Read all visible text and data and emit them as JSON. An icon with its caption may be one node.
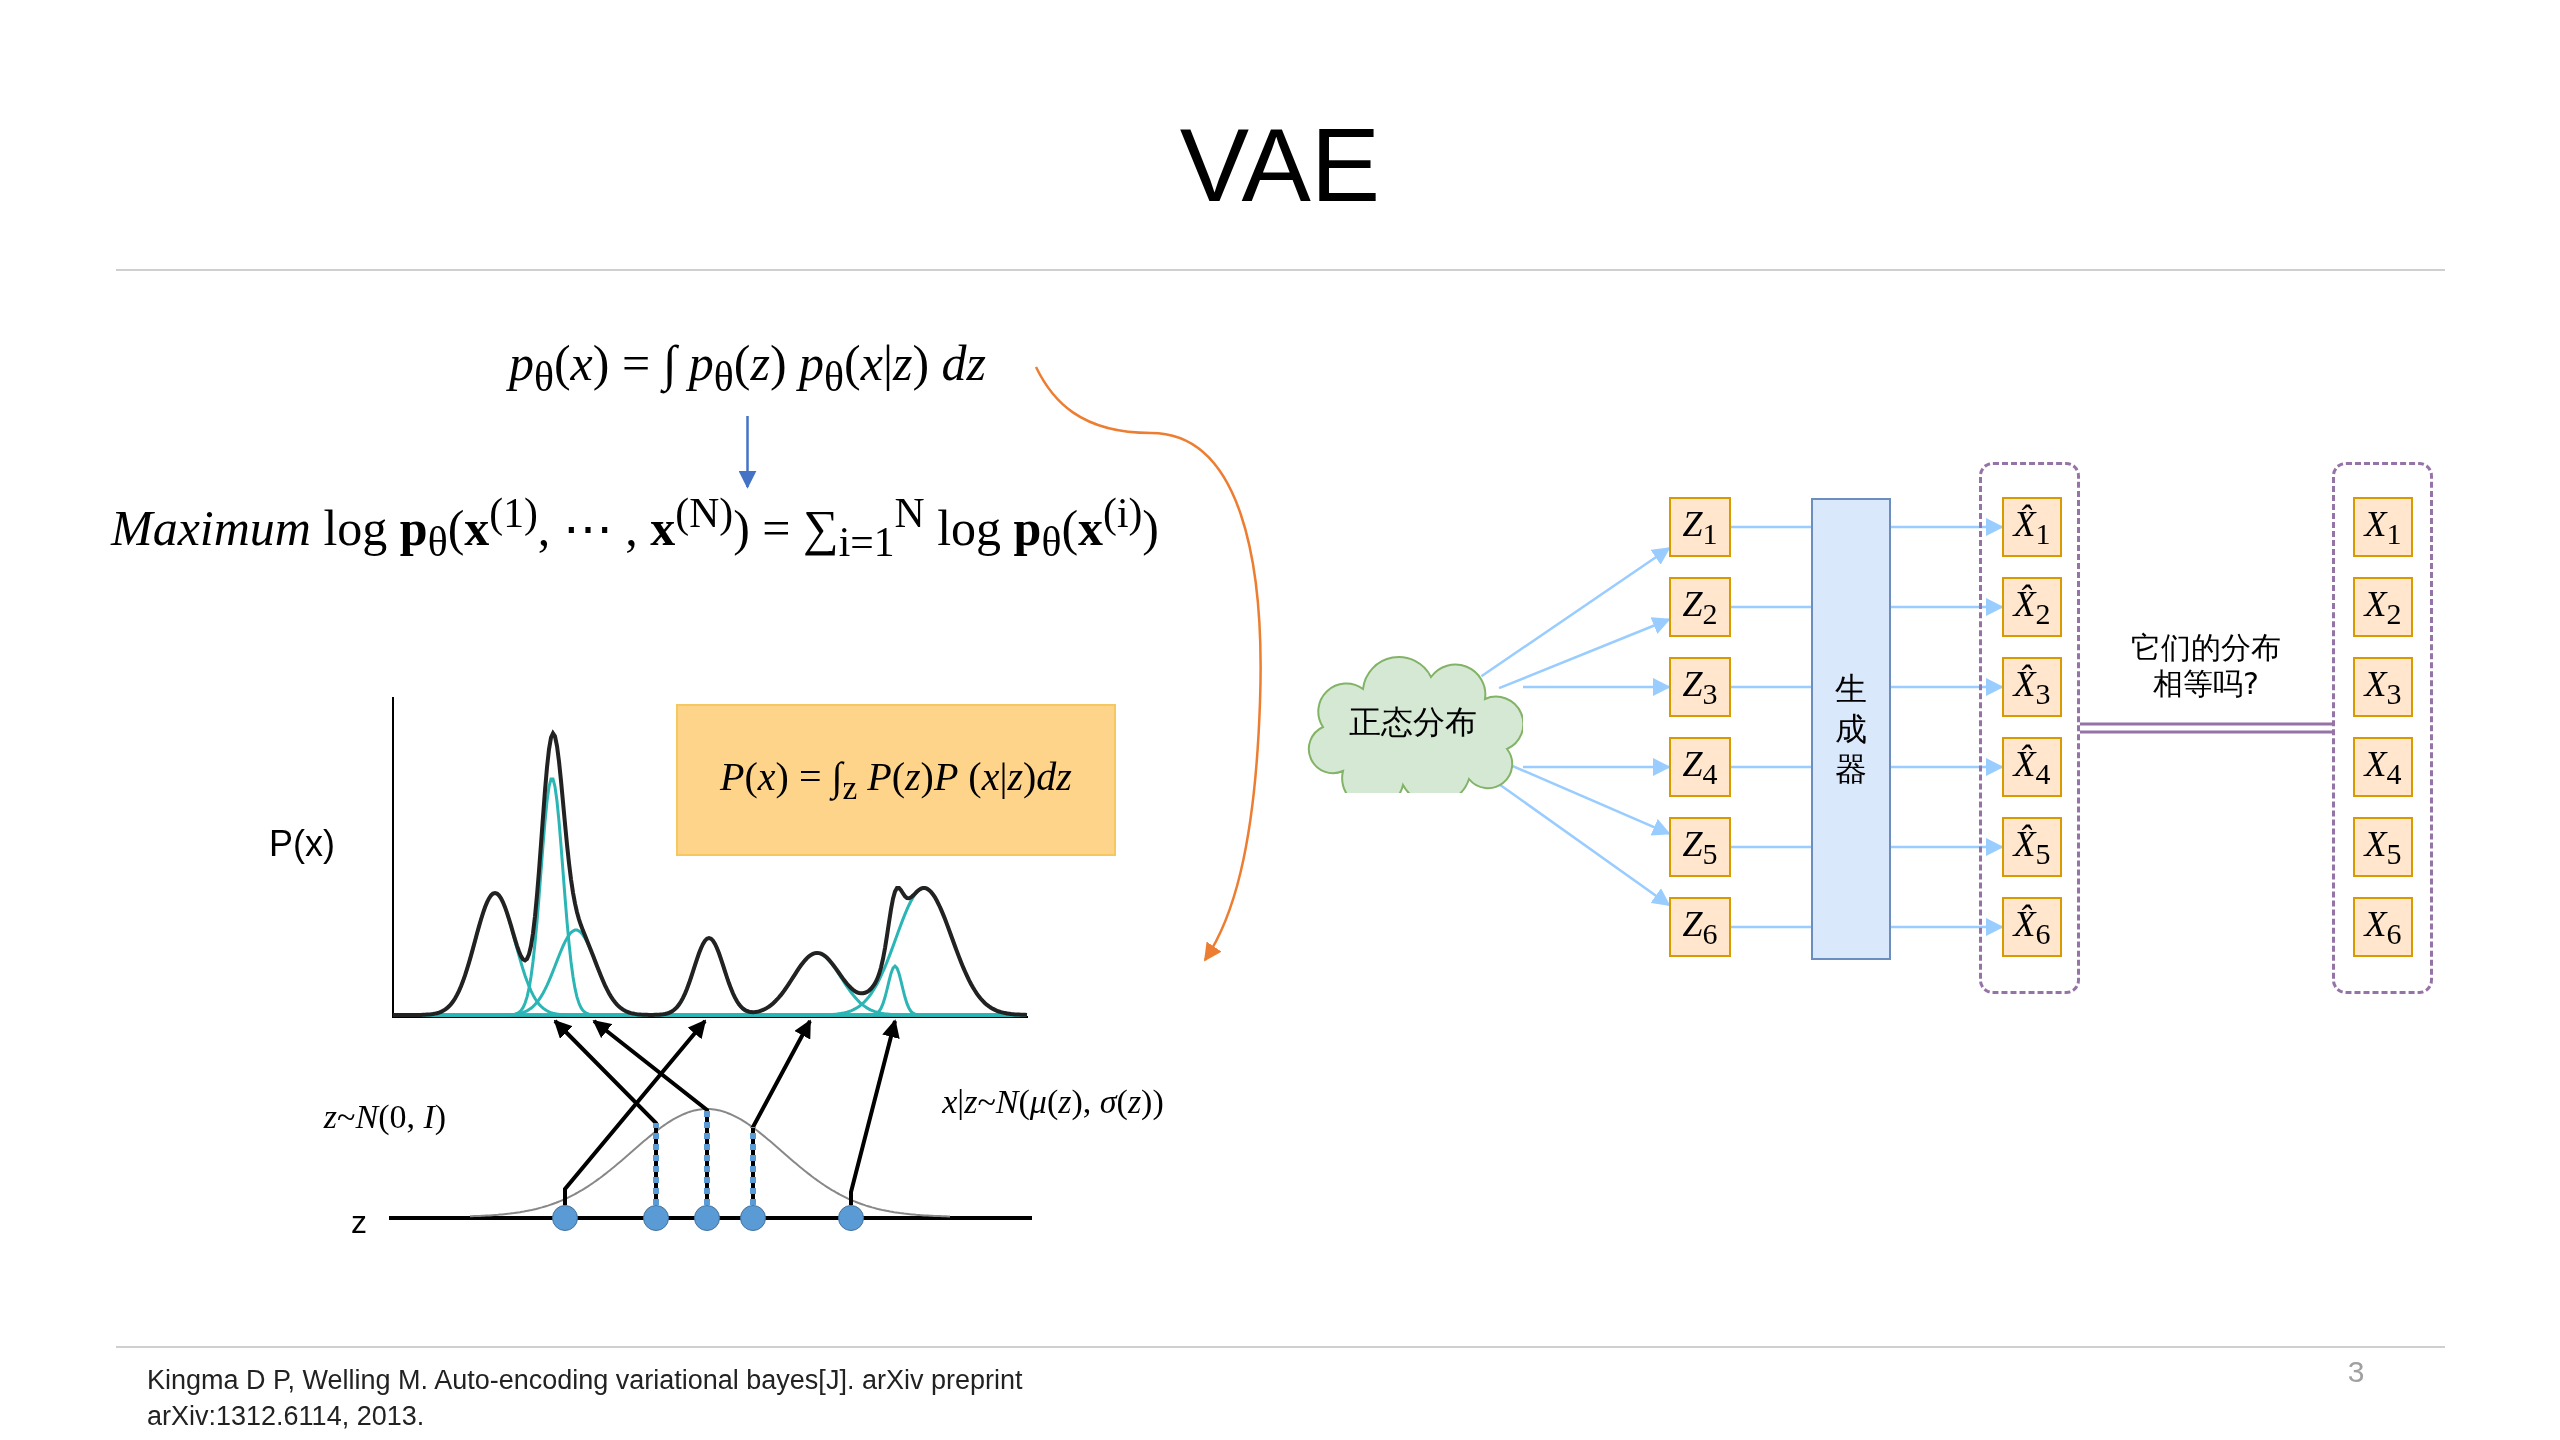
{
  "diagram": {
    "title": "VAE",
    "nodes": [
      {
        "text": [
          "*p*$_{θ}$(*x*) = ∫ *p*$_{θ}$(*z*) *p*$_{θ}$(*x*|*z*) *dz*"
        ]
      },
      {
        "text": [
          "*Maximum* log **p**$_{θ}$(**x**$^{(1)}$, ⋯ , **x**$^{(N)}$) = ∑$_{i=1}$$^{N}$ log **p**$_{θ}$(**x**$^{(i)}$)"
        ]
      },
      {
        "text": [],
        "shape": "picture"
      },
      {
        "text": [
          "*P*(*x*) = ∫$_{z}$ *P*(*z*)*P* (*x*|*z*)*dz*"
        ],
        "in": 2
      },
      {
        "text": [],
        "shape": "circle"
      },
      {
        "text": [],
        "shape": "circle"
      },
      {
        "text": [],
        "shape": "circle"
      },
      {
        "text": [],
        "shape": "circle"
      },
      {
        "text": [],
        "shape": "circle"
      },
      {
        "text": [
          "正态分布"
        ]
      },
      {
        "text": [
          "*Z*$_{1}$"
        ]
      },
      {
        "text": [
          "*Z*$_{2}$"
        ]
      },
      {
        "text": [
          "*Z*$_{3}$"
        ]
      },
      {
        "text": [
          "*Z*$_{4}$"
        ]
      },
      {
        "text": [
          "*Z*$_{5}$"
        ]
      },
      {
        "text": [
          "*Z*$_{6}$"
        ]
      },
      {
        "text": [
          "生成器"
        ]
      },
      {
        "text": [],
        "shape": "box"
      },
      {
        "text": [
          "*X̂*$_{1}$"
        ],
        "in": 17
      },
      {
        "text": [
          "*X̂*$_{2}$"
        ],
        "in": 17
      },
      {
        "text": [
          "*X̂*$_{3}$"
        ],
        "in": 17
      },
      {
        "text": [
          "*X̂*$_{4}$"
        ],
        "in": 17
      },
      {
        "text": [
          "*X̂*$_{5}$"
        ],
        "in": 17
      },
      {
        "text": [
          "*X̂*$_{6}$"
        ],
        "in": 17
      },
      {
        "text": [],
        "shape": "box"
      },
      {
        "text": [
          "*X*$_{1}$"
        ],
        "in": 24
      },
      {
        "text": [
          "*X*$_{2}$"
        ],
        "in": 24
      },
      {
        "text": [
          "*X*$_{3}$"
        ],
        "in": 24
      },
      {
        "text": [
          "*X*$_{4}$"
        ],
        "in": 24
      },
      {
        "text": [
          "*X*$_{5}$"
        ],
        "in": 24
      },
      {
        "text": [
          "*X*$_{6}$"
        ],
        "in": 24
      }
    ],
    "edges": [
      {
        "from": 0,
        "to": 1,
        "arrow": "to",
        "color": "#4472c4"
      },
      {
        "from": 0,
        "to": null,
        "arrow": "to",
        "color": "#ed7d31"
      },
      {
        "from": 4,
        "to": 2,
        "arrow": "to",
        "color": "#000000"
      },
      {
        "from": 5,
        "to": 2,
        "arrow": "to",
        "color": "#000000"
      },
      {
        "from": 6,
        "to": 2,
        "arrow": "to",
        "color": "#000000"
      },
      {
        "from": 7,
        "to": 2,
        "arrow": "to",
        "color": "#000000"
      },
      {
        "from": 8,
        "to": 2,
        "arrow": "to",
        "color": "#000000"
      },
      {
        "from": 9,
        "to": 10,
        "arrow": "to"
      },
      {
        "from": 9,
        "to": 11,
        "arrow": "to"
      },
      {
        "from": 9,
        "to": 12,
        "arrow": "to"
      },
      {
        "from": 9,
        "to": 13,
        "arrow": "to"
      },
      {
        "from": 9,
        "to": 14,
        "arrow": "to"
      },
      {
        "from": 9,
        "to": 15,
        "arrow": "to"
      },
      {
        "from": 10,
        "to": 16,
        "arrow": "none"
      },
      {
        "from": 11,
        "to": 16,
        "arrow": "none"
      },
      {
        "from": 12,
        "to": 16,
        "arrow": "none"
      },
      {
        "from": 13,
        "to": 16,
        "arrow": "none"
      },
      {
        "from": 14,
        "to": 16,
        "arrow": "none"
      },
      {
        "from": 15,
        "to": 16,
        "arrow": "none"
      },
      {
        "from": 16,
        "to": 18,
        "arrow": "to"
      },
      {
        "from": 16,
        "to": 19,
        "arrow": "to"
      },
      {
        "from": 16,
        "to": 20,
        "arrow": "to"
      },
      {
        "from": 16,
        "to": 21,
        "arrow": "to"
      },
      {
        "from": 16,
        "to": 22,
        "arrow": "to"
      },
      {
        "from": 16,
        "to": 23,
        "arrow": "to"
      },
      {
        "from": 17,
        "to": 24,
        "arrow": "none",
        "label": "它们的分布相等吗?",
        "color": "#9673a6"
      }
    ],
    "labels": [
      "P(x)",
      "*z*~*N*(0, *I*)",
      "*x*|*z*~*N*(*μ*(*z*), *σ*(*z*))",
      "z",
      "Kingma D P, Welling M. Auto-encoding variational bayes[J]. arXiv preprint arXiv:1312.6114, 2013.",
      "3"
    ]
  }
}
